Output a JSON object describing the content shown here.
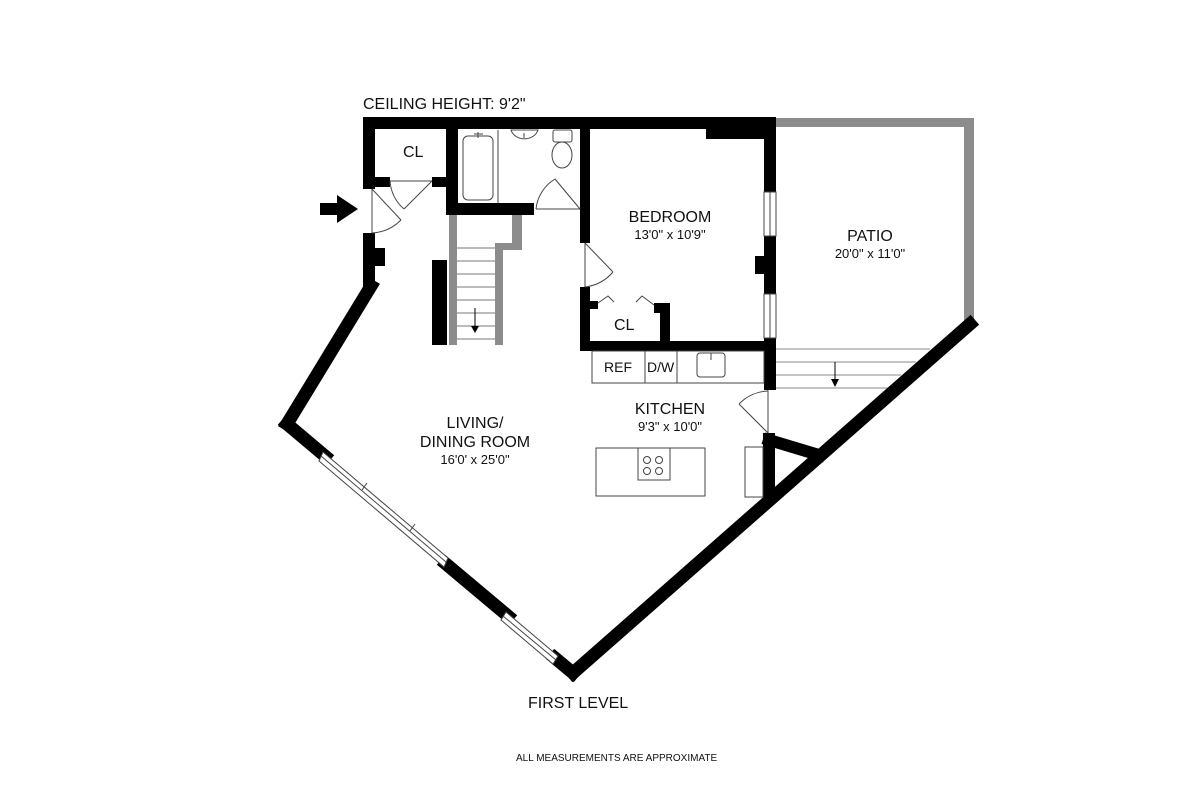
{
  "header": {
    "ceiling_height": "CEILING HEIGHT: 9'2\""
  },
  "rooms": {
    "closet_entry": {
      "name": "CL"
    },
    "bedroom": {
      "name": "BEDROOM",
      "dims": "13'0\" x 10'9\""
    },
    "patio": {
      "name": "PATIO",
      "dims": "20'0\" x 11'0\""
    },
    "closet_bedroom": {
      "name": "CL"
    },
    "kitchen": {
      "name": "KITCHEN",
      "dims": "9'3\" x 10'0\""
    },
    "living": {
      "name_line1": "LIVING/",
      "name_line2": "DINING ROOM",
      "dims": "16'0' x 25'0\""
    }
  },
  "fixtures": {
    "ref": "REF",
    "dw": "D/W"
  },
  "footer": {
    "level": "FIRST LEVEL",
    "disclaimer": "ALL MEASUREMENTS ARE APPROXIMATE"
  },
  "colors": {
    "wall": "#000000",
    "patio_wall": "#8c8c8c",
    "stair_wall": "#8c8c8c",
    "fixture_line": "#555555"
  }
}
